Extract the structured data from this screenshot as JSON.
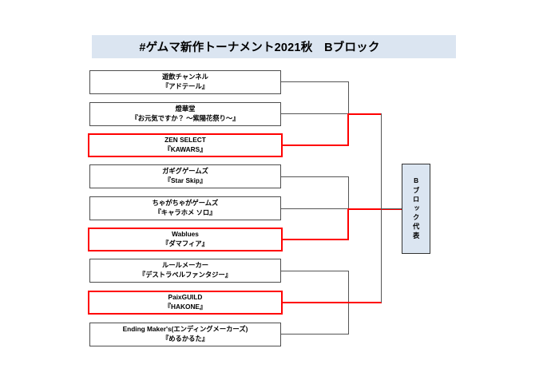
{
  "header": {
    "title": "#ゲムマ新作トーナメント2021秋　Bブロック",
    "band_color": "#dbe5f1"
  },
  "colors": {
    "winner_border": "#ff0000",
    "normal_border": "#4d4d4d",
    "line": "#555555",
    "winner_line": "#ff0000",
    "champion_fill": "#dbe5f1"
  },
  "bracket": {
    "type": "single-elimination",
    "entries": [
      {
        "id": "e1",
        "org": "遊飲チャンネル",
        "work": "『アドテール』",
        "winner": false
      },
      {
        "id": "e2",
        "org": "燈華堂",
        "work": "『お元気ですか？ ～紫陽花祭り～』",
        "winner": false
      },
      {
        "id": "e3",
        "org": "ZEN SELECT",
        "work": "『KAWARS』",
        "winner": true
      },
      {
        "id": "e4",
        "org": "ガギグゲームズ",
        "work": "『Star Skip』",
        "winner": false
      },
      {
        "id": "e5",
        "org": "ちゃがちゃがゲームズ",
        "work": "『キャラホメ ソロ』",
        "winner": false
      },
      {
        "id": "e6",
        "org": "Wablues",
        "work": "『ダマフィア』",
        "winner": true
      },
      {
        "id": "e7",
        "org": "ルールメーカー",
        "work": "『デストラベルファンタジー』",
        "winner": false
      },
      {
        "id": "e8",
        "org": "PaixGUILD",
        "work": "『HAKONE』",
        "winner": true
      },
      {
        "id": "e9",
        "org": "Ending Maker's(エンディングメーカーズ)",
        "work": "『めるかるた』",
        "winner": false
      }
    ],
    "groups": [
      {
        "name": "group-1",
        "members": [
          "e1",
          "e2",
          "e3"
        ],
        "advancing": "e3"
      },
      {
        "name": "group-2",
        "members": [
          "e4",
          "e5",
          "e6"
        ],
        "advancing": "e6"
      },
      {
        "name": "group-3",
        "members": [
          "e7",
          "e8",
          "e9"
        ],
        "advancing": "e8"
      }
    ],
    "final_advancing": "e6"
  },
  "champion": {
    "label": "Bブロック代表"
  }
}
